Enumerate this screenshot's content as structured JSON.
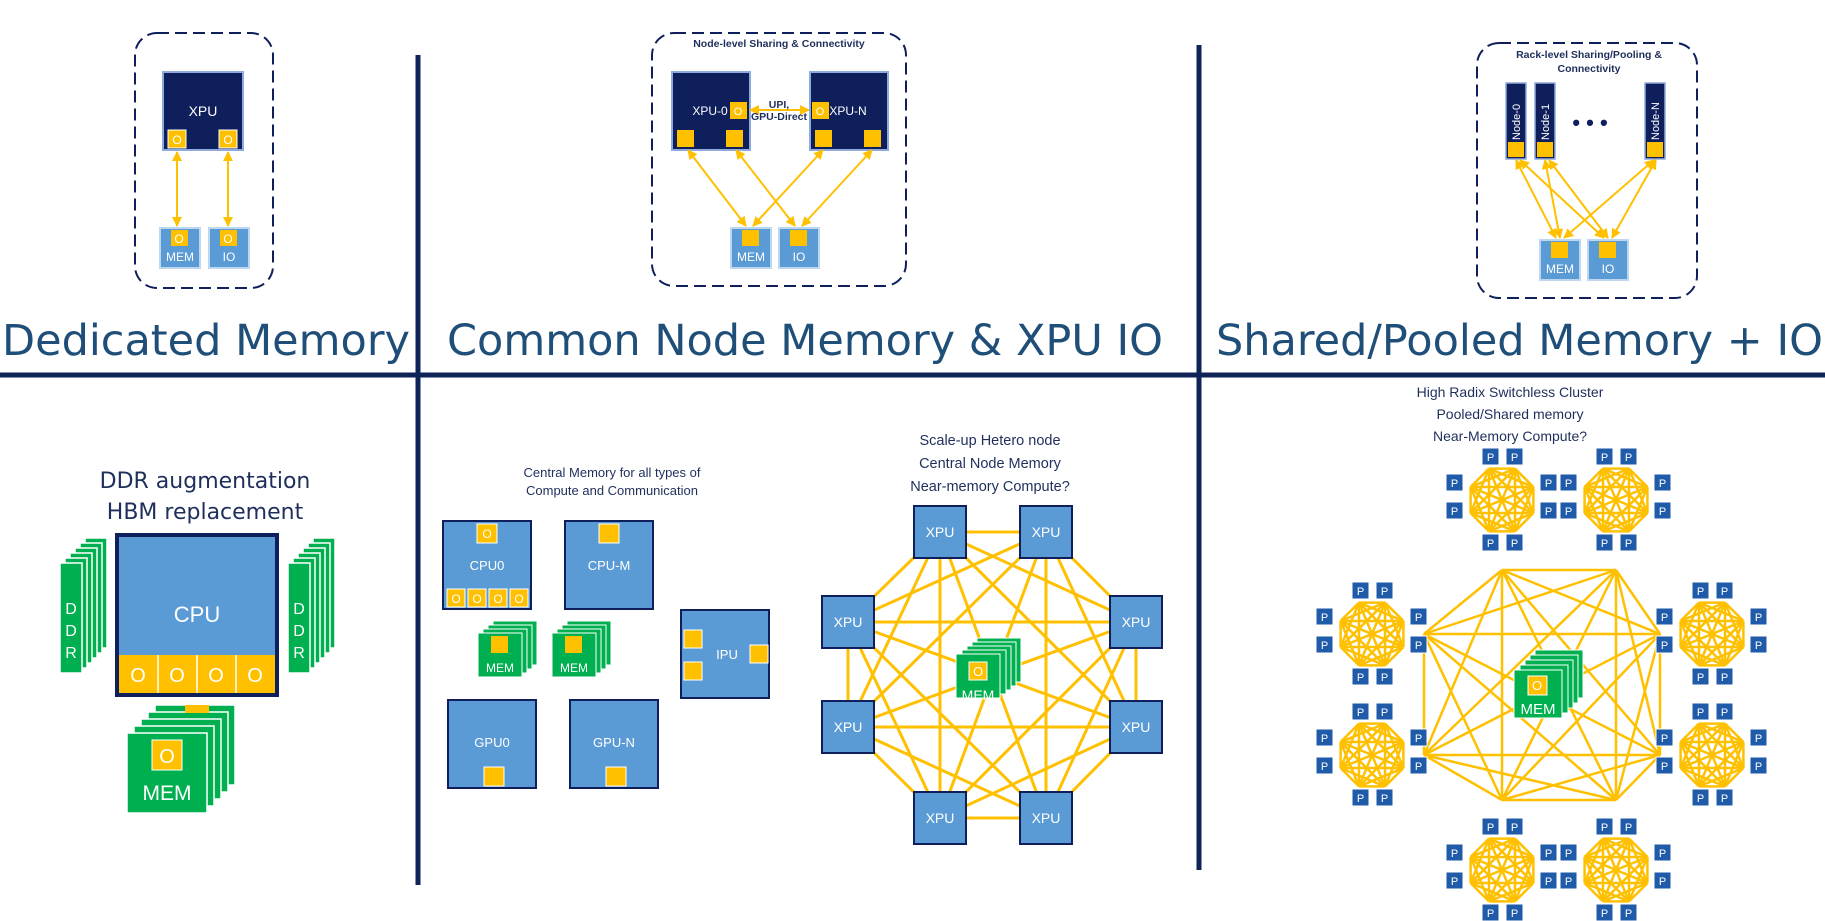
{
  "headers": {
    "dedicated": "Dedicated Memory",
    "common": "Common Node Memory & XPU IO",
    "shared": "Shared/Pooled Memory + IO"
  },
  "top_left": {
    "xpu": "XPU",
    "mem": "MEM",
    "io": "IO",
    "port": "O"
  },
  "top_mid": {
    "title": "Node-level Sharing & Connectivity",
    "xpu0": "XPU-0",
    "xpun": "XPU-N",
    "link1": "UPI,",
    "link2": "GPU-Direct",
    "mem": "MEM",
    "io": "IO"
  },
  "top_right": {
    "title1": "Rack-level Sharing/Pooling &",
    "title2": "Connectivity",
    "node0": "Node-0",
    "node1": "Node-1",
    "nodeN": "Node-N",
    "ellipsis": "• • •",
    "mem": "MEM",
    "io": "IO"
  },
  "bottom_left": {
    "cap1": "DDR augmentation",
    "cap2": "HBM replacement",
    "cpu": "CPU",
    "ddr": [
      "D",
      "D",
      "R"
    ],
    "mem": "MEM",
    "port": "O"
  },
  "bottom_mid": {
    "cap1": "Central Memory for all types of",
    "cap2": "Compute and Communication",
    "cpu0": "CPU0",
    "cpum": "CPU-M",
    "gpu0": "GPU0",
    "gpun": "GPU-N",
    "ipu": "IPU",
    "mem": "MEM",
    "hetero1": "Scale-up Hetero node",
    "hetero2": "Central Node Memory",
    "hetero3": "Near-memory Compute?",
    "xpu": "XPU"
  },
  "bottom_right": {
    "cap1": "High Radix Switchless Cluster",
    "cap2": "Pooled/Shared memory",
    "cap3": "Near-Memory Compute?",
    "p": "P",
    "mem": "MEM",
    "port": "O"
  },
  "colors": {
    "navy": "#0e1f5b",
    "blue": "#5b9bd5",
    "gold": "#ffc000",
    "green": "#00b050",
    "divider": "#0e2457"
  }
}
